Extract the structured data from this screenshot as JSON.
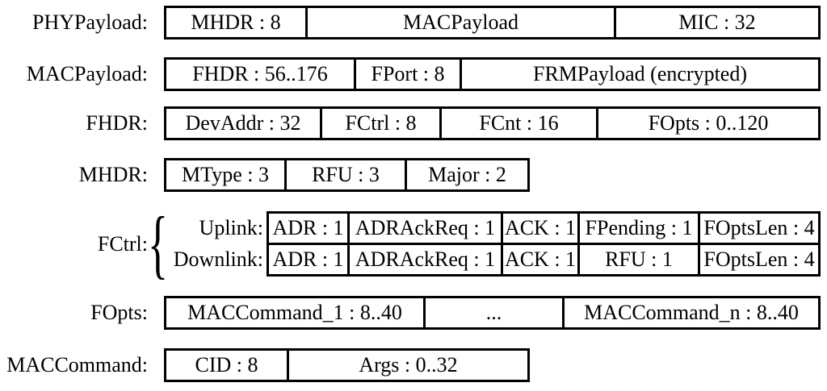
{
  "colors": {
    "border": "#000000",
    "text": "#000000",
    "background": "#ffffff"
  },
  "rows": [
    {
      "id": "phypayload",
      "label": "PHYPayload:",
      "cells": [
        "MHDR : 8",
        "MACPayload",
        "MIC : 32"
      ]
    },
    {
      "id": "macpayload",
      "label": "MACPayload:",
      "cells": [
        "FHDR : 56..176",
        "FPort : 8",
        "FRMPayload (encrypted)"
      ]
    },
    {
      "id": "fhdr",
      "label": "FHDR:",
      "cells": [
        "DevAddr : 32",
        "FCtrl : 8",
        "FCnt : 16",
        "FOpts : 0..120"
      ]
    },
    {
      "id": "mhdr",
      "label": "MHDR:",
      "cells": [
        "MType : 3",
        "RFU : 3",
        "Major : 2"
      ]
    },
    {
      "id": "fopts",
      "label": "FOpts:",
      "cells": [
        "MACCommand_1 : 8..40",
        "...",
        "MACCommand_n : 8..40"
      ]
    },
    {
      "id": "maccommand",
      "label": "MACCommand:",
      "cells": [
        "CID : 8",
        "Args : 0..32"
      ]
    }
  ],
  "fctrl": {
    "label": "FCtrl:",
    "brace": "{",
    "uplink_label": "Uplink:",
    "downlink_label": "Downlink:",
    "uplink_cells": [
      "ADR : 1",
      "ADRAckReq : 1",
      "ACK : 1",
      "FPending : 1",
      "FOptsLen : 4"
    ],
    "downlink_cells": [
      "ADR : 1",
      "ADRAckReq : 1",
      "ACK : 1",
      "RFU : 1",
      "FOptsLen : 4"
    ]
  }
}
